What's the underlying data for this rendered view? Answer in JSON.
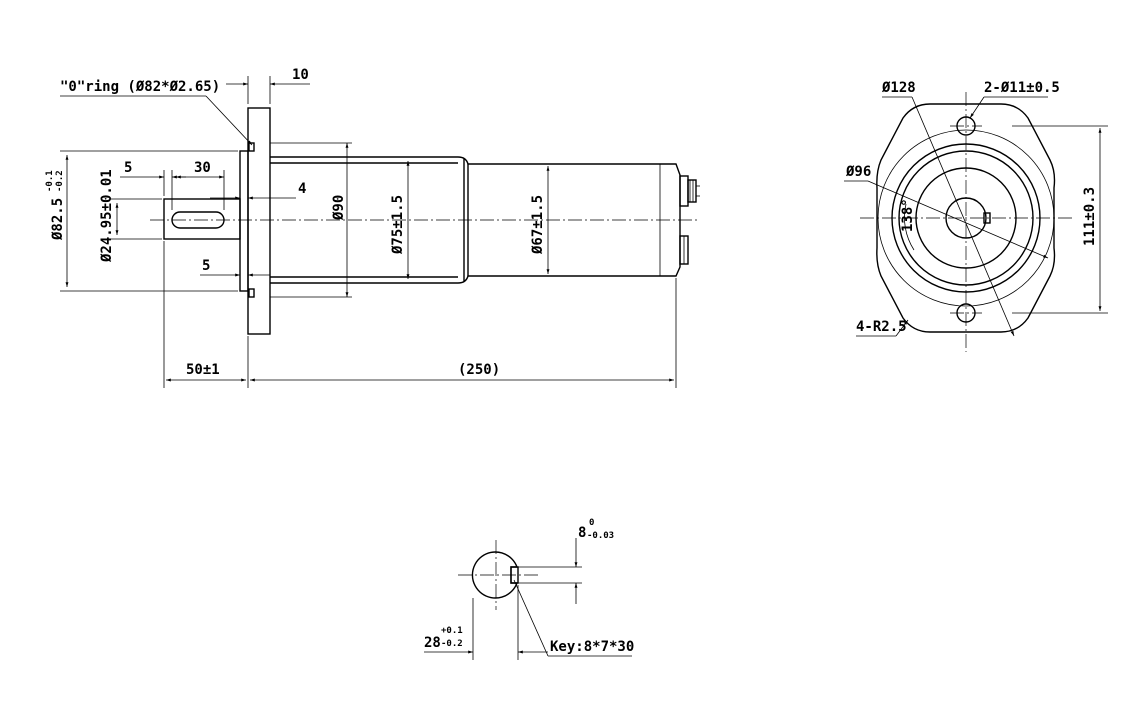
{
  "side_view": {
    "oring_label": "\"0\"ring (Ø82*Ø2.65)",
    "flange_thickness": "10",
    "key_offset": "5",
    "key_length": "30",
    "step": "4",
    "flange_offset": "5",
    "pilot_base": "Ø82.5",
    "pilot_tol_upper": "-0.1",
    "pilot_tol_lower": "-0.2",
    "shaft_dia": "Ø24.95±0.01",
    "housing_dia": "Ø90",
    "body_dia": "Ø75±1.5",
    "rear_dia": "Ø67±1.5",
    "shaft_length": "50±1",
    "body_length": "(250)"
  },
  "end_view": {
    "bolt_circle": "Ø128",
    "holes": "2-Ø11±0.5",
    "inner_dia": "Ø96",
    "angle": "138°",
    "corner_radius": "4-R2.5",
    "height": "111±0.3"
  },
  "key_section": {
    "key_width": "8",
    "key_width_upper": "0",
    "key_width_lower": "-0.03",
    "height_base": "28",
    "height_upper": "+0.1",
    "height_lower": "-0.2",
    "key_spec": "Key:8*7*30"
  }
}
